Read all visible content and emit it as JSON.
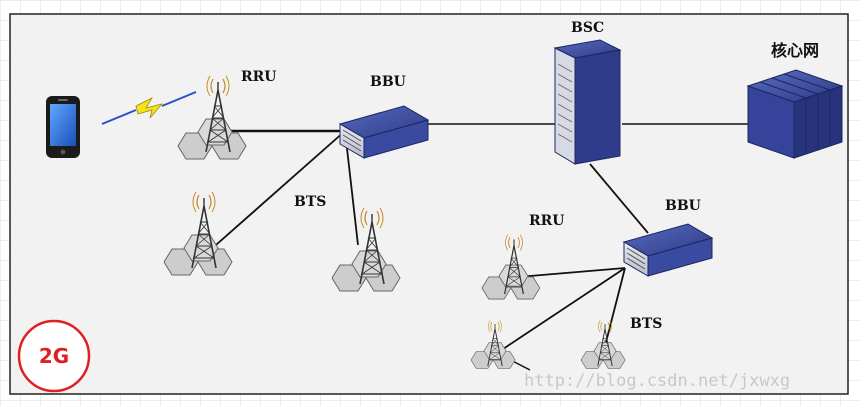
{
  "labels": {
    "rru_top": "RRU",
    "bbu_top": "BBU",
    "bsc": "BSC",
    "core": "核心网",
    "bts_left": "BTS",
    "rru_bottom": "RRU",
    "bbu_bottom": "BBU",
    "bts_right": "BTS"
  },
  "badge": "2G",
  "watermark": "http://blog.csdn.net/jxwxg",
  "colors": {
    "frame_bg": "#f2f2f2",
    "grid": "#d7d7d7",
    "badge_red": "#e02020",
    "device_blue": "#2d3f8f",
    "hex_fill": "#cfcfcf",
    "bolt": "#f4e21a"
  },
  "icons": [
    "phone-icon",
    "lightning-bolt-icon",
    "tower-icon",
    "bbu-icon",
    "bsc-rack-icon",
    "core-network-icon"
  ]
}
